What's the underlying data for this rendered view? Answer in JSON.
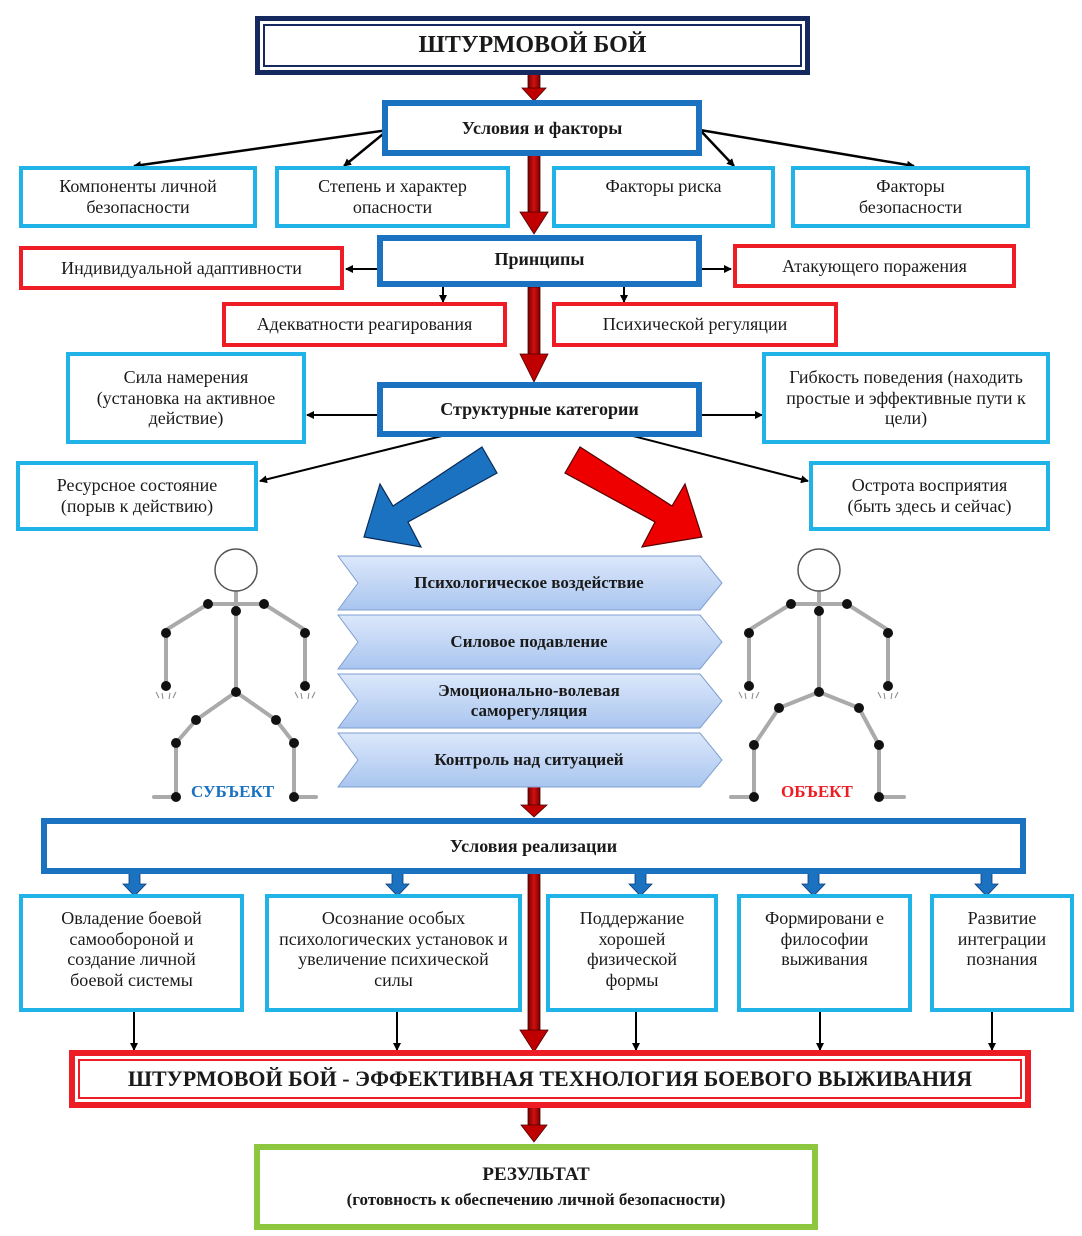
{
  "title": "ШТУРМОВОЙ БОЙ",
  "conditions_factors": {
    "label": "Условия и факторы",
    "children": [
      "Компоненты личной безопасности",
      "Степень и характер опасности",
      "Факторы риска",
      "Факторы безопасности"
    ]
  },
  "principles": {
    "label": "Принципы",
    "items": [
      "Индивидуальной адаптивности",
      "Атакующего поражения",
      "Адекватности реагирования",
      "Психической регуляции"
    ]
  },
  "structural_categories": {
    "label": "Структурные категории",
    "items": [
      "Сила намерения (установка на активное действие)",
      "Гибкость поведения (находить простые и эффективные пути к цели)",
      "Ресурсное состояние (порыв к действию)",
      "Острота восприятия (быть здесь и сейчас)"
    ]
  },
  "interaction": {
    "subject_label": "СУБЪЕКТ",
    "object_label": "ОБЪЕКТ",
    "stages": [
      "Психологическое воздействие",
      "Силовое подавление",
      "Эмоционально-волевая саморегуляция",
      "Контроль над ситуацией"
    ]
  },
  "implementation": {
    "label": "Условия реализации",
    "items": [
      "Овладение боевой самообороной и создание личной боевой системы",
      "Осознание особых психологических установок и увеличение психической силы",
      "Поддержание хорошей физической формы",
      "Формировани е философии выживания",
      "Развитие интеграции познания"
    ]
  },
  "conclusion": "ШТУРМОВОЙ БОЙ - ЭФФЕКТИВНАЯ ТЕХНОЛОГИЯ БОЕВОГО ВЫЖИВАНИЯ",
  "result": {
    "title": "РЕЗУЛЬТАТ",
    "subtitle": "(готовность к обеспечению личной безопасности)"
  },
  "colors": {
    "title_border": "#16295e",
    "section_border": "#1a72c0",
    "item_border": "#1fb3e8",
    "principle_border": "#ee1c24",
    "flow_arrow": "#b30000",
    "result_border": "#8dc63f",
    "subject_color": "#1a72c0",
    "object_color": "#ee1c24"
  }
}
